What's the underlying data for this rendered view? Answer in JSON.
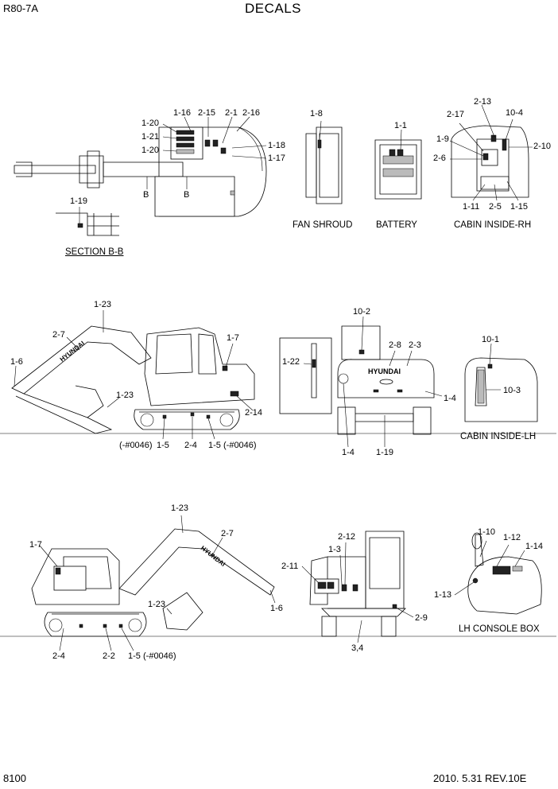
{
  "header": {
    "model": "R80-7A",
    "title": "DECALS"
  },
  "footer": {
    "page_number": "8100",
    "revision": "2010. 5.31  REV.10E"
  },
  "captions": {
    "section_bb": "SECTION B-B",
    "fan_shroud": "FAN SHROUD",
    "battery": "BATTERY",
    "cabin_inside_rh": "CABIN INSIDE-RH",
    "cabin_inside_lh": "CABIN INSIDE-LH",
    "lh_console_box": "LH CONSOLE BOX"
  },
  "brand_text": "HYUNDAI",
  "callouts": {
    "top_view": [
      "1-16",
      "2-15",
      "2-1",
      "2-16",
      "1-20",
      "1-21",
      "1-20",
      "1-18",
      "1-17",
      "B",
      "B",
      "1-19"
    ],
    "fan_shroud": [
      "1-8"
    ],
    "battery": [
      "1-1"
    ],
    "cabin_rh": [
      "2-13",
      "2-17",
      "10-4",
      "1-9",
      "2-10",
      "2-6",
      "1-11",
      "2-5",
      "1-15"
    ],
    "side_left": [
      "1-23",
      "2-7",
      "1-6",
      "1-23",
      "1-7",
      "2-14",
      "(-#0046)",
      "1-5",
      "2-4",
      "1-5",
      "(-#0046)"
    ],
    "rear_view": [
      "1-22",
      "10-2",
      "2-8",
      "2-3",
      "1-4",
      "1-4",
      "1-19"
    ],
    "cabin_lh": [
      "10-1",
      "10-3"
    ],
    "side_right": [
      "1-23",
      "1-7",
      "2-7",
      "1-23",
      "1-6",
      "2-4",
      "2-2",
      "1-5",
      "(-#0046)"
    ],
    "front_view": [
      "2-12",
      "1-3",
      "2-11",
      "2-9",
      "3,4"
    ],
    "console": [
      "1-10",
      "1-12",
      "1-14",
      "1-13"
    ]
  }
}
